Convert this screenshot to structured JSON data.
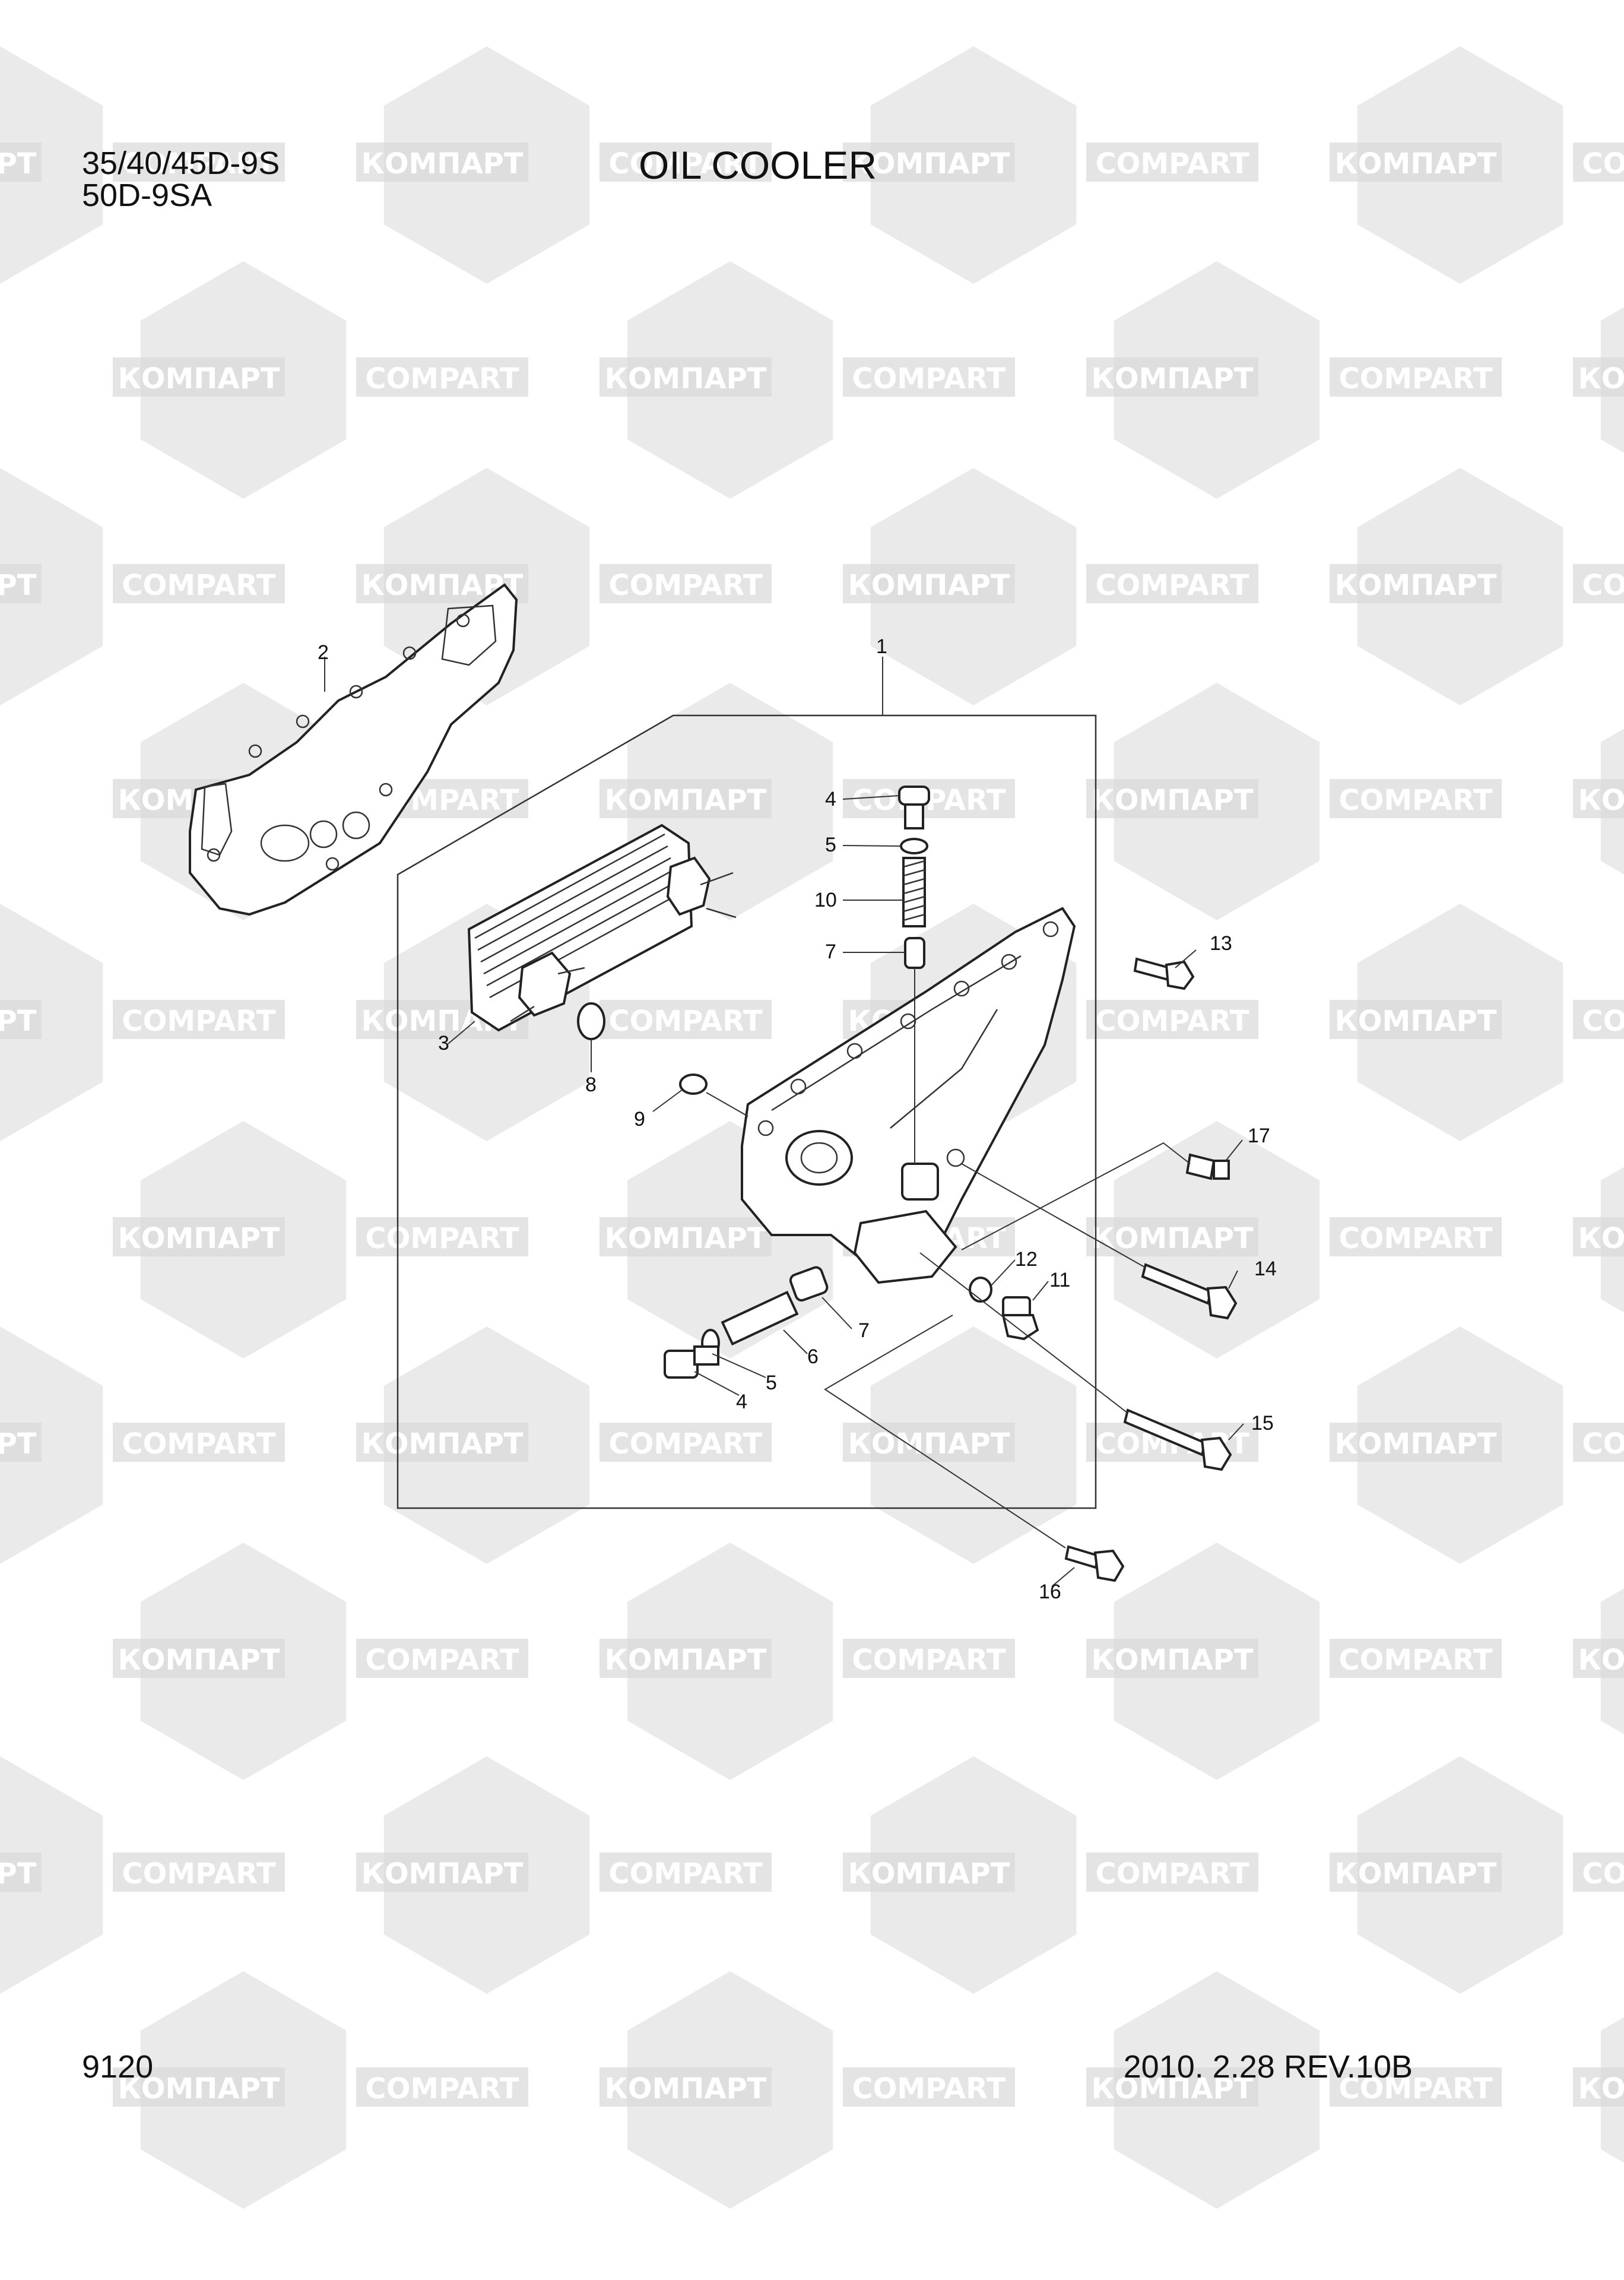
{
  "header": {
    "model_line1": "35/40/45D-9S",
    "model_line2": "50D-9SA",
    "title": "OIL COOLER"
  },
  "footer": {
    "page_number": "9120",
    "revision": "2010. 2.28 REV.10B"
  },
  "watermark": {
    "text_cyrillic": "КОМПАРТ",
    "text_latin": "COMPART",
    "color": "#d9d9d9"
  },
  "callouts": [
    "1",
    "2",
    "3",
    "4",
    "5",
    "10",
    "7",
    "13",
    "8",
    "9",
    "17",
    "12",
    "11",
    "14",
    "7",
    "6",
    "5",
    "4",
    "15",
    "16"
  ]
}
